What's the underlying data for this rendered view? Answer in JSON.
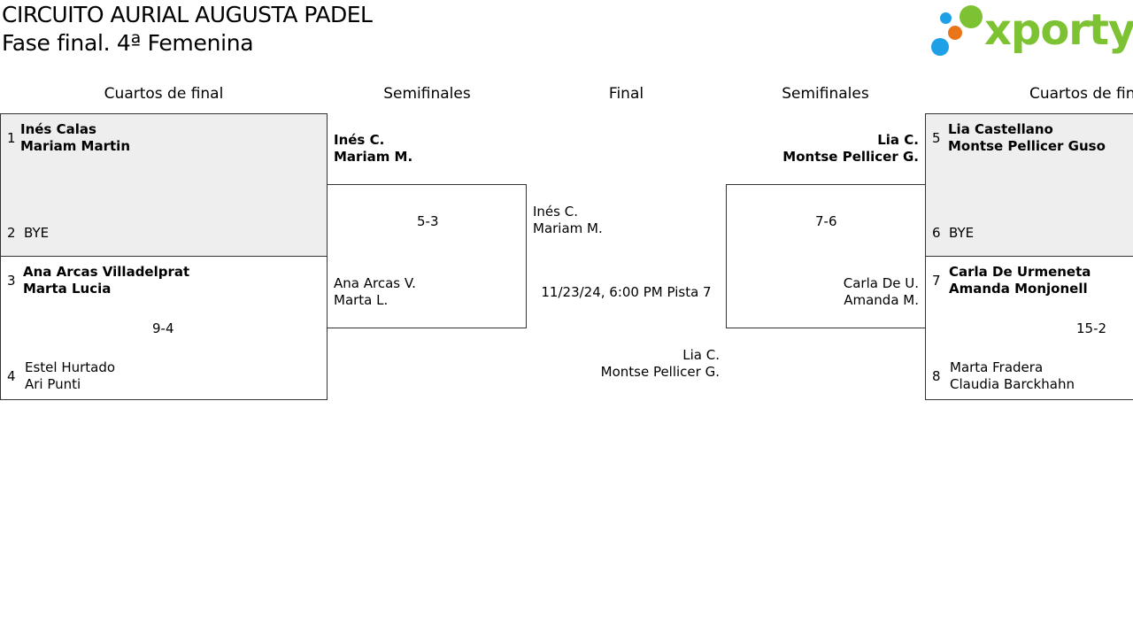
{
  "header": {
    "title": "CIRCUITO AURIAL AUGUSTA PADEL",
    "subtitle": "Fase final. 4ª Femenina",
    "logo_text": "xporty",
    "logo_colors": {
      "green": "#7cc233",
      "blue": "#1ea0e6",
      "orange": "#e8751a"
    }
  },
  "rounds": {
    "left_quarters": "Cuartos de final",
    "left_semis": "Semifinales",
    "final": "Final",
    "right_semis": "Semifinales",
    "right_quarters": "Cuartos de fin"
  },
  "left_quarters": {
    "match1": {
      "top_seed": "1",
      "top_p1": "Inés Calas",
      "top_p2": "Mariam Martin",
      "bottom_seed": "2",
      "bottom_p1": "BYE"
    },
    "match2": {
      "top_seed": "3",
      "top_p1": "Ana Arcas Villadelprat",
      "top_p2": "Marta Lucia",
      "score": "9-4",
      "bottom_seed": "4",
      "bottom_p1": "Estel Hurtado",
      "bottom_p2": "Ari Punti"
    }
  },
  "left_semi": {
    "top_p1": "Inés C.",
    "top_p2": "Mariam M.",
    "score": "5-3",
    "bottom_p1": "Ana Arcas V.",
    "bottom_p2": "Marta L."
  },
  "final": {
    "top_p1": "Inés C.",
    "top_p2": "Mariam M.",
    "schedule": "11/23/24, 6:00 PM Pista 7",
    "bottom_p1": "Lia C.",
    "bottom_p2": "Montse Pellicer G."
  },
  "right_semi": {
    "top_p1": "Lia C.",
    "top_p2": "Montse Pellicer G.",
    "score": "7-6",
    "bottom_p1": "Carla De U.",
    "bottom_p2": "Amanda M."
  },
  "right_quarters": {
    "match1": {
      "top_seed": "5",
      "top_p1": "Lia Castellano",
      "top_p2": "Montse Pellicer Guso",
      "bottom_seed": "6",
      "bottom_p1": "BYE"
    },
    "match2": {
      "top_seed": "7",
      "top_p1": "Carla De Urmeneta",
      "top_p2": "Amanda Monjonell",
      "score": "15-2",
      "bottom_seed": "8",
      "bottom_p1": "Marta Fradera",
      "bottom_p2": "Claudia Barckhahn"
    }
  }
}
